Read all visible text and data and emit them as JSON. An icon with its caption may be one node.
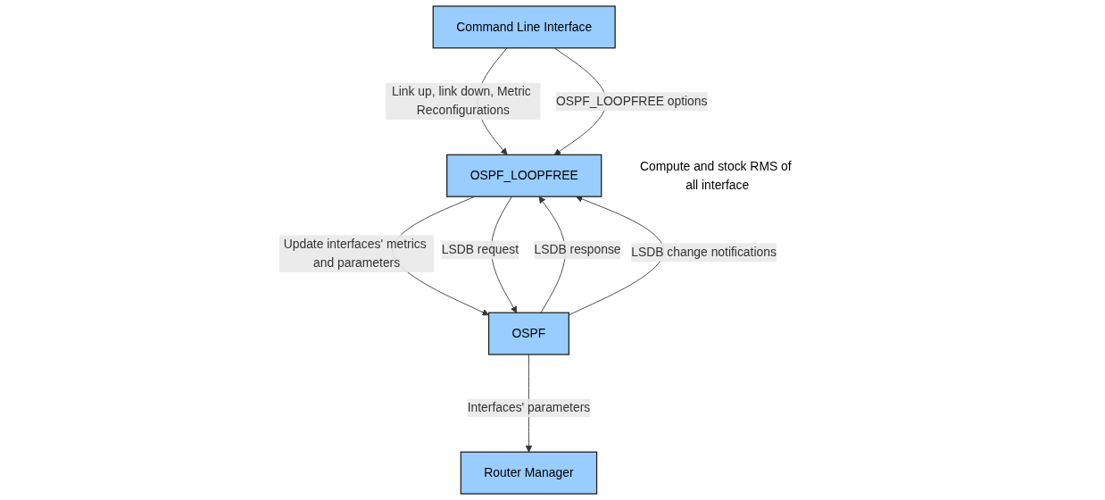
{
  "diagram": {
    "nodes": [
      {
        "text": [
          "Router Manager"
        ]
      },
      {
        "text": [
          "Command Line Interface"
        ]
      },
      {
        "text": [
          "OSPF"
        ]
      },
      {
        "text": [
          "OSPF_LOOPFREE"
        ],
        "beside": [
          "Compute and stock RMS of all interface"
        ]
      }
    ],
    "edges": [
      {
        "from": 2,
        "to": 0,
        "arrow": "to",
        "label": "Interfaces' parameters"
      },
      {
        "from": 1,
        "to": 3,
        "arrow": "to",
        "label": "Link up, link down, Metric Reconfigurations"
      },
      {
        "from": 1,
        "to": 3,
        "arrow": "to",
        "label": "OSPF_LOOPFREE options"
      },
      {
        "from": 3,
        "to": 2,
        "arrow": "to",
        "label": "Update interfaces' metrics and parameters"
      },
      {
        "from": 3,
        "to": 2,
        "arrow": "to",
        "label": "LSDB request"
      },
      {
        "from": 2,
        "to": 3,
        "arrow": "to",
        "label": "LSDB response"
      },
      {
        "from": 2,
        "to": 3,
        "arrow": "to",
        "label": "LSDB change notifications"
      }
    ]
  }
}
